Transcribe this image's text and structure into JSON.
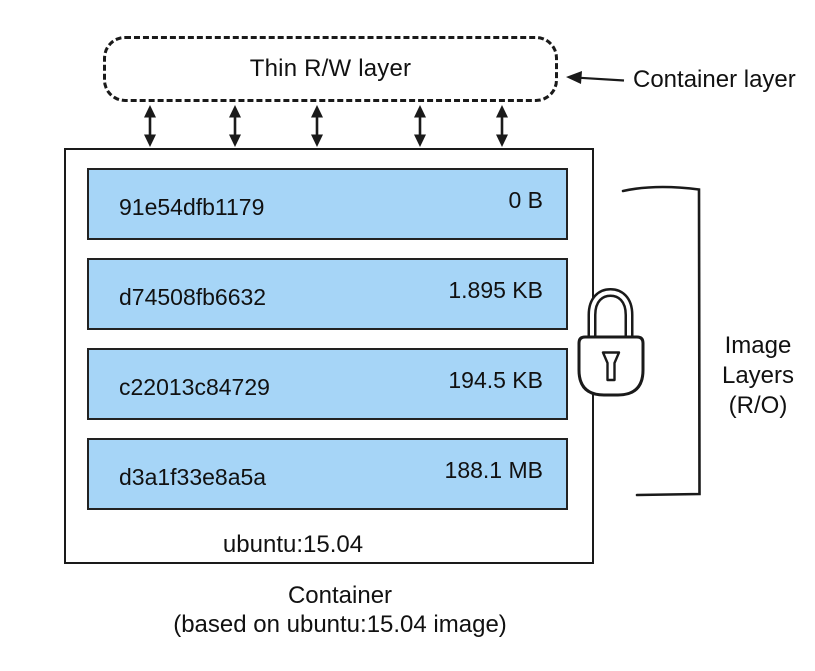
{
  "thin_rw_layer": {
    "label": "Thin R/W layer"
  },
  "callout": {
    "label": "Container layer"
  },
  "container_box": {
    "layers": [
      {
        "id": "91e54dfb1179",
        "size": "0 B"
      },
      {
        "id": "d74508fb6632",
        "size": "1.895 KB"
      },
      {
        "id": "c22013c84729",
        "size": "194.5 KB"
      },
      {
        "id": "d3a1f33e8a5a",
        "size": "188.1 MB"
      }
    ],
    "base_image": "ubuntu:15.04"
  },
  "image_layers_bracket": {
    "label": "Image\nLayers\n(R/O)"
  },
  "caption": {
    "line1": "Container",
    "line2": "(based on ubuntu:15.04 image)"
  },
  "icons": {
    "lock": "padlock-icon",
    "arrows": "double-arrow-icon",
    "callout_arrow": "callout-arrow-icon",
    "bracket": "image-layers-bracket-icon"
  },
  "colors": {
    "layer_fill": "#A6D5F7",
    "stroke": "#1a1a1a"
  }
}
